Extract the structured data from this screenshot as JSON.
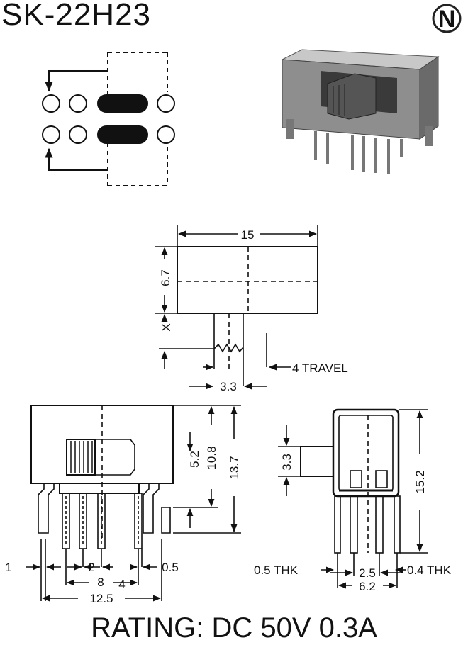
{
  "title": "SK-22H23",
  "logo_letter": "N",
  "rating": "RATING: DC 50V 0.3A",
  "top_view": {
    "width": "15",
    "height": "6.7",
    "x_label": "X",
    "travel": "4 TRAVEL",
    "actuator_width": "3.3"
  },
  "front_view": {
    "dim_5_2": "5.2",
    "dim_10_8": "10.8",
    "dim_13_7": "13.7",
    "dim_1": "1",
    "dim_2": "2",
    "dim_0_5": "0.5",
    "dim_4": "4",
    "dim_8": "8",
    "dim_12_5": "12.5"
  },
  "side_view": {
    "dim_3_3": "3.3",
    "dim_15_2": "15.2",
    "thk_05": "0.5 THK",
    "thk_04": "0.4 THK",
    "dim_2_5": "2.5",
    "dim_6_2": "6.2"
  }
}
